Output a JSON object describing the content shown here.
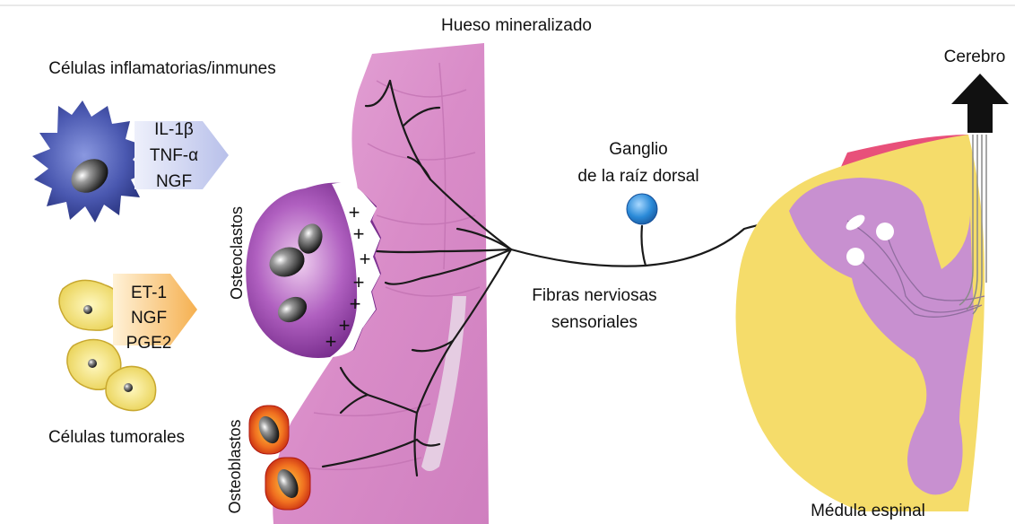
{
  "labels": {
    "bone": "Hueso mineralizado",
    "inflammatory": "Células inflamatorias/inmunes",
    "tumor": "Células tumorales",
    "osteoclasts": "Osteoclastos",
    "osteoblasts": "Osteoblastos",
    "ganglion": [
      "Ganglio",
      "de la raíz dorsal"
    ],
    "fibers": [
      "Fibras nerviosas",
      "sensoriales"
    ],
    "brain": "Cerebro",
    "spinal_cord": "Médula espinal"
  },
  "inflammatory_mediators": [
    "IL-1β",
    "TNF-α",
    "NGF"
  ],
  "tumor_mediators": [
    "ET-1",
    "NGF",
    "PGE2"
  ],
  "plus_sign": "+",
  "colors": {
    "bone": "#d98cc8",
    "immune_cell": "#3a4a9a",
    "tumor_cell": "#f0de6a",
    "osteoclast": "#8a3a9a",
    "osteoblast": "#e04a1a",
    "ganglion": "#2a8ad8",
    "spinal_white": "#f5dc6a",
    "spinal_gray": "#c890d0",
    "spinal_pink": "#e8507a"
  }
}
